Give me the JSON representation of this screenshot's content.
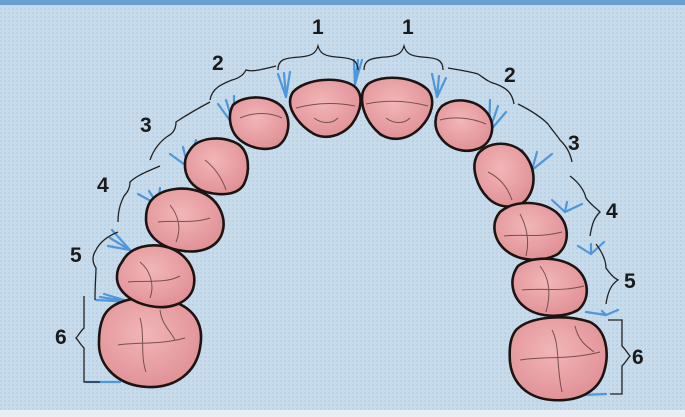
{
  "colors": {
    "background": "#c7dbeb",
    "background_top_band": "#6b9fd0",
    "tooth_fill": "#e9a3a6",
    "tooth_outline": "#1c1412",
    "contact_lines": "#4f97d9",
    "bracket_stroke": "#222222"
  },
  "labels": {
    "right": [
      "1",
      "2",
      "3",
      "4",
      "5",
      "6"
    ],
    "left": [
      "1",
      "2",
      "3",
      "4",
      "5",
      "6"
    ]
  }
}
